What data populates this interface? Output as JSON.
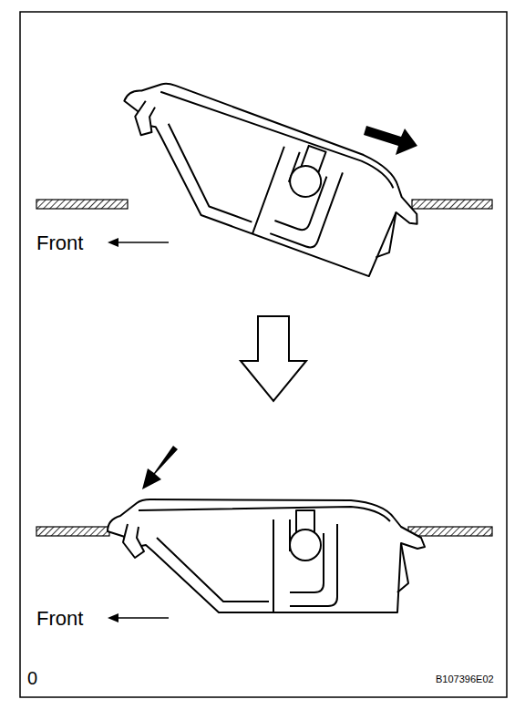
{
  "diagram": {
    "labels": [
      "Front",
      "Front",
      "0",
      "B107396E02"
    ]
  }
}
